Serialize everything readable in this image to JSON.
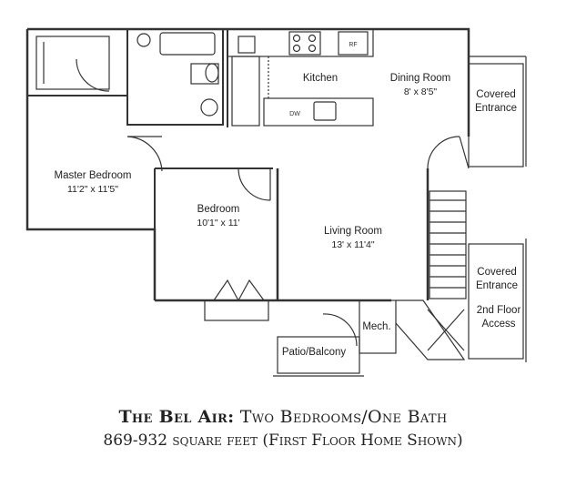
{
  "rooms": {
    "kitchen": {
      "name": "Kitchen"
    },
    "dining": {
      "name": "Dining Room",
      "dims": "8' x 8'5\""
    },
    "covered_entrance_1": {
      "line1": "Covered",
      "line2": "Entrance"
    },
    "master": {
      "name": "Master Bedroom",
      "dims": "11'2\" x 11'5\""
    },
    "bedroom": {
      "name": "Bedroom",
      "dims": "10'1\" x 11'"
    },
    "living": {
      "name": "Living Room",
      "dims": "13' x 11'4\""
    },
    "covered_entrance_2": {
      "line1": "Covered",
      "line2": "Entrance"
    },
    "second_floor": {
      "line1": "2nd Floor",
      "line2": "Access"
    },
    "mech": {
      "name": "Mech."
    },
    "patio": {
      "name": "Patio/Balcony"
    }
  },
  "fixtures": {
    "refrigerator": "RF",
    "dishwasher": "DW"
  },
  "caption": {
    "title": "The Bel Air:",
    "subtitle": "Two Bedrooms/One Bath",
    "sqft": "869-932 square feet",
    "note": "(First Floor Home Shown)"
  }
}
